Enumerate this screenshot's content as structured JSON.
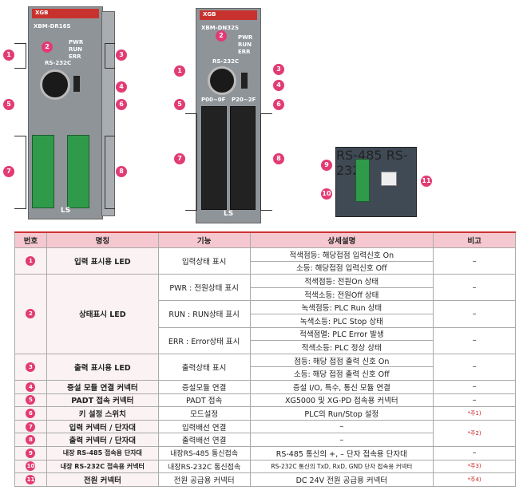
{
  "devices": {
    "left": {
      "brand": "XGB",
      "model": "XBM-DR16S",
      "leds": [
        "PWR",
        "RUN",
        "ERR"
      ],
      "port": "RS-232C",
      "logo": "LS"
    },
    "middle": {
      "brand": "XGB",
      "model": "XBM-DN32S",
      "leds": [
        "PWR",
        "RUN",
        "ERR"
      ],
      "port": "RS-232C",
      "conn_left": "P00~0F",
      "conn_right": "P20~2F",
      "logo": "LS"
    },
    "right": {
      "top_label": "RS-485",
      "bottom_label": "RS-232C"
    }
  },
  "callouts": {
    "n1": "1",
    "n2": "2",
    "n3": "3",
    "n4": "4",
    "n5": "5",
    "n6": "6",
    "n7": "7",
    "n8": "8",
    "n9": "9",
    "n10": "10",
    "n11": "11"
  },
  "table": {
    "headers": {
      "no": "번호",
      "name": "명칭",
      "func": "기능",
      "detail": "상세설명",
      "remark": "비고"
    },
    "rows": [
      {
        "no": "1",
        "name": "입력 표시용 LED",
        "func": "입력상태 표시",
        "details": [
          "적색점등: 해당접점 입력신호 On",
          "소등: 해당접점 입력신호 Off"
        ],
        "remark": "–"
      },
      {
        "no": "2",
        "name": "상태표시 LED",
        "sub": [
          {
            "func": "PWR : 전원상태 표시",
            "details": [
              "적색점등: 전원On 상태",
              "적색소등: 전원Off 상태"
            ],
            "remark": "–"
          },
          {
            "func": "RUN : RUN상태 표시",
            "details": [
              "녹색점등: PLC Run 상태",
              "녹색소등: PLC Stop 상태"
            ],
            "remark": "–"
          },
          {
            "func": "ERR : Error상태 표시",
            "details": [
              "적색점멸: PLC Error 발생",
              "적색소등: PLC 정상 상태"
            ],
            "remark": "–"
          }
        ]
      },
      {
        "no": "3",
        "name": "출력 표시용 LED",
        "func": "출력상태 표시",
        "details": [
          "점등: 해당 접점 출력 신호 On",
          "소등: 해당 접점 출력 신호 Off"
        ],
        "remark": "–"
      },
      {
        "no": "4",
        "name": "증설 모듈 연결 커넥터",
        "func": "증설모듈 연결",
        "detail": "증설 I/O, 특수, 통신 모듈 연결",
        "remark": "–"
      },
      {
        "no": "5",
        "name": "PADT 접속 커넥터",
        "func": "PADT 접속",
        "detail": "XG5000 및 XG-PD 접속용 커넥터",
        "remark": "–"
      },
      {
        "no": "6",
        "name": "키 설정 스위치",
        "func": "모드설정",
        "detail": "PLC의 Run/Stop 설정",
        "remark": "*주1)"
      },
      {
        "no": "7",
        "name": "입력 커넥터 / 단자대",
        "func": "입력배선 연결",
        "detail": "–",
        "remark": "*주2)"
      },
      {
        "no": "8",
        "name": "출력 커넥터 / 단자대",
        "func": "출력배선 연결",
        "detail": "–"
      },
      {
        "no": "9",
        "name": "내장 RS-485 접속용 단자대",
        "func": "내장RS-485 통신접속",
        "detail": "RS-485 통신의 +, – 단자 접속용 단자대",
        "remark": "–"
      },
      {
        "no": "10",
        "name": "내장 RS-232C 접속용 커넥터",
        "func": "내장RS-232C 통신접속",
        "detail": "RS-232C 통신의 TxD, RxD, GND 단자 접속용 커넥터",
        "remark": "*주3)"
      },
      {
        "no": "11",
        "name": "전원 커넥터",
        "func": "전원 공급용 커넥터",
        "detail": "DC 24V 전원 공급용 커넥터",
        "remark": "*주4)"
      }
    ]
  }
}
